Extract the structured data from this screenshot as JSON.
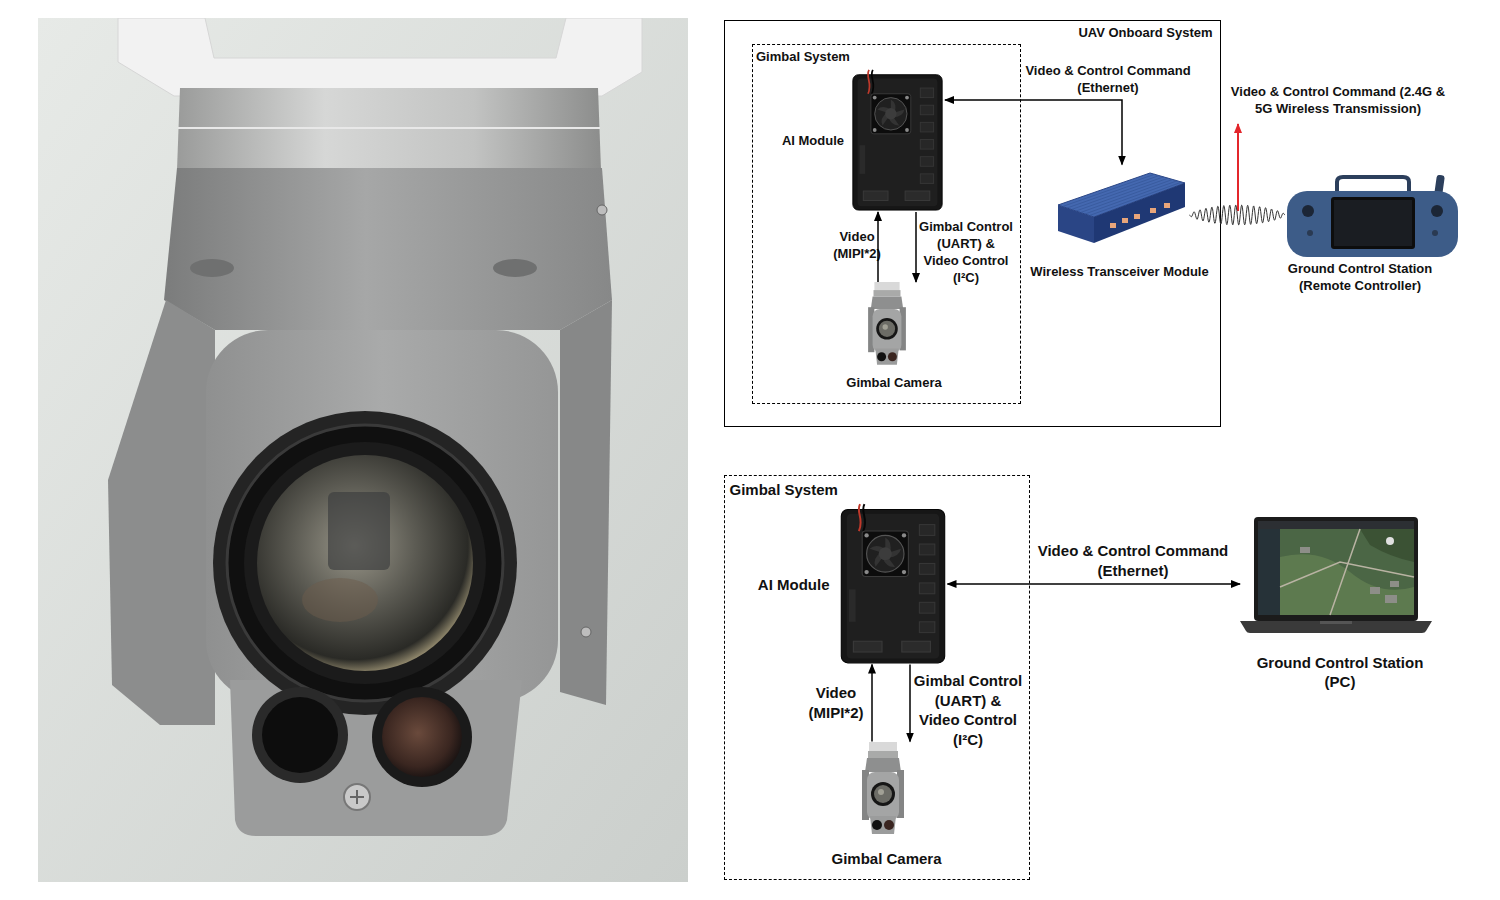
{
  "diagram": {
    "nodes": [
      {
        "text": [
          "UAV Onboard System"
        ]
      },
      {
        "text": [
          "Gimbal System"
        ],
        "in": 0
      },
      {
        "text": [
          "AI Module"
        ],
        "in": 1
      },
      {
        "text": [
          "Gimbal Camera"
        ],
        "in": 1
      },
      {
        "text": [
          "Wireless Transceiver Module"
        ],
        "in": 0
      },
      {
        "text": [
          "Ground Control Station (Remote Controller)"
        ]
      },
      {
        "text": [
          "Gimbal System"
        ]
      },
      {
        "text": [
          "AI Module"
        ],
        "in": 6
      },
      {
        "text": [
          "Gimbal Camera"
        ],
        "in": 6
      },
      {
        "text": [
          "Ground Control Station (PC)"
        ]
      }
    ],
    "edges": [
      {
        "from": 4,
        "to": 2,
        "arrow": "both",
        "label": "Video & Control Command (Ethernet)"
      },
      {
        "from": 3,
        "to": 2,
        "arrow": "to",
        "label": "Video (MIPI*2)"
      },
      {
        "from": 2,
        "to": 3,
        "arrow": "to",
        "label": "Gimbal Control (UART) & Video Control (I²C)"
      },
      {
        "from": 4,
        "to": 5,
        "arrow": "none",
        "label": "Video & Control Command (2.4G & 5G Wireless Transmission)"
      },
      {
        "from": 7,
        "to": 9,
        "arrow": "both",
        "label": "Video & Control Command (Ethernet)"
      },
      {
        "from": 8,
        "to": 7,
        "arrow": "to",
        "label": "Video (MIPI*2)"
      },
      {
        "from": 7,
        "to": 8,
        "arrow": "to",
        "label": "Gimbal Control (UART) & Video Control (I²C)"
      }
    ]
  }
}
